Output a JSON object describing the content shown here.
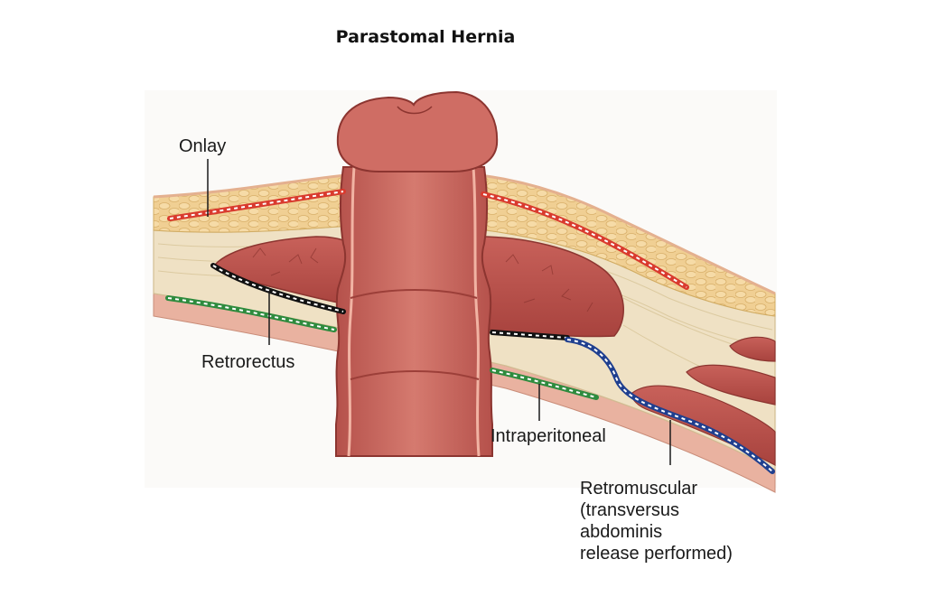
{
  "title": "Parastomal Hernia",
  "labels": {
    "onlay": "Onlay",
    "retrorectus": "Retrorectus",
    "intraperitoneal": "Intraperitoneal",
    "retromuscular": [
      "Retromuscular",
      "(transversus",
      "abdominis",
      "release performed)"
    ]
  },
  "colors": {
    "onlay": "#d93a2e",
    "retrorectus": "#111111",
    "intraperitoneal": "#2e8b3e",
    "retromuscular": "#1f3f8f"
  }
}
